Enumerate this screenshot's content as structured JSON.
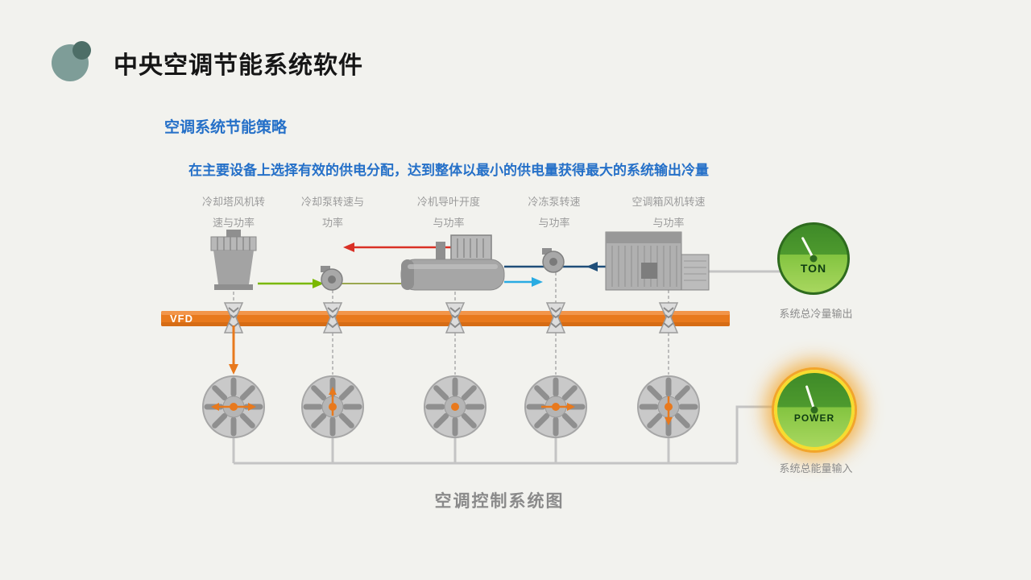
{
  "slide": {
    "title": "中央空调节能系统软件",
    "subtitle": "空调系统节能策略",
    "description": "在主要设备上选择有效的供电分配，达到整体以最小的供电量获得最大的系统输出冷量",
    "diagram_caption": "空调控制系统图"
  },
  "vfd": {
    "label": "VFD"
  },
  "equipment": [
    {
      "name": "cooling-tower-fan",
      "label_line1": "冷却塔风机转",
      "label_line2": "速与功率"
    },
    {
      "name": "cooling-pump",
      "label_line1": "冷却泵转速与",
      "label_line2": "功率"
    },
    {
      "name": "chiller-guide-vane",
      "label_line1": "冷机导叶开度",
      "label_line2": "与功率"
    },
    {
      "name": "chilled-water-pump",
      "label_line1": "冷冻泵转速",
      "label_line2": "与功率"
    },
    {
      "name": "ahu-fan",
      "label_line1": "空调箱风机转速",
      "label_line2": "与功率"
    }
  ],
  "gauges": {
    "ton": {
      "label": "TON",
      "caption": "系统总冷量输出"
    },
    "power": {
      "label": "POWER",
      "caption": "系统总能量输入"
    }
  },
  "icons": [
    "cooling-tower-icon",
    "pump-icon",
    "chiller-icon",
    "ahu-icon",
    "vfd-drive-icon",
    "motor-icon",
    "ton-gauge-icon",
    "power-gauge-icon"
  ],
  "colors": {
    "background": "#F2F2EE",
    "accent_blue": "#2570C8",
    "accent_orange": "#E8791D",
    "pipe_red": "#D93025",
    "pipe_green": "#7AB800",
    "pipe_navy": "#1F4E79",
    "pipe_cyan": "#29ABE2",
    "gauge_green": "#4E9A2E",
    "glow_yellow": "#F6DC2F",
    "label_gray": "#8C8C8C"
  }
}
